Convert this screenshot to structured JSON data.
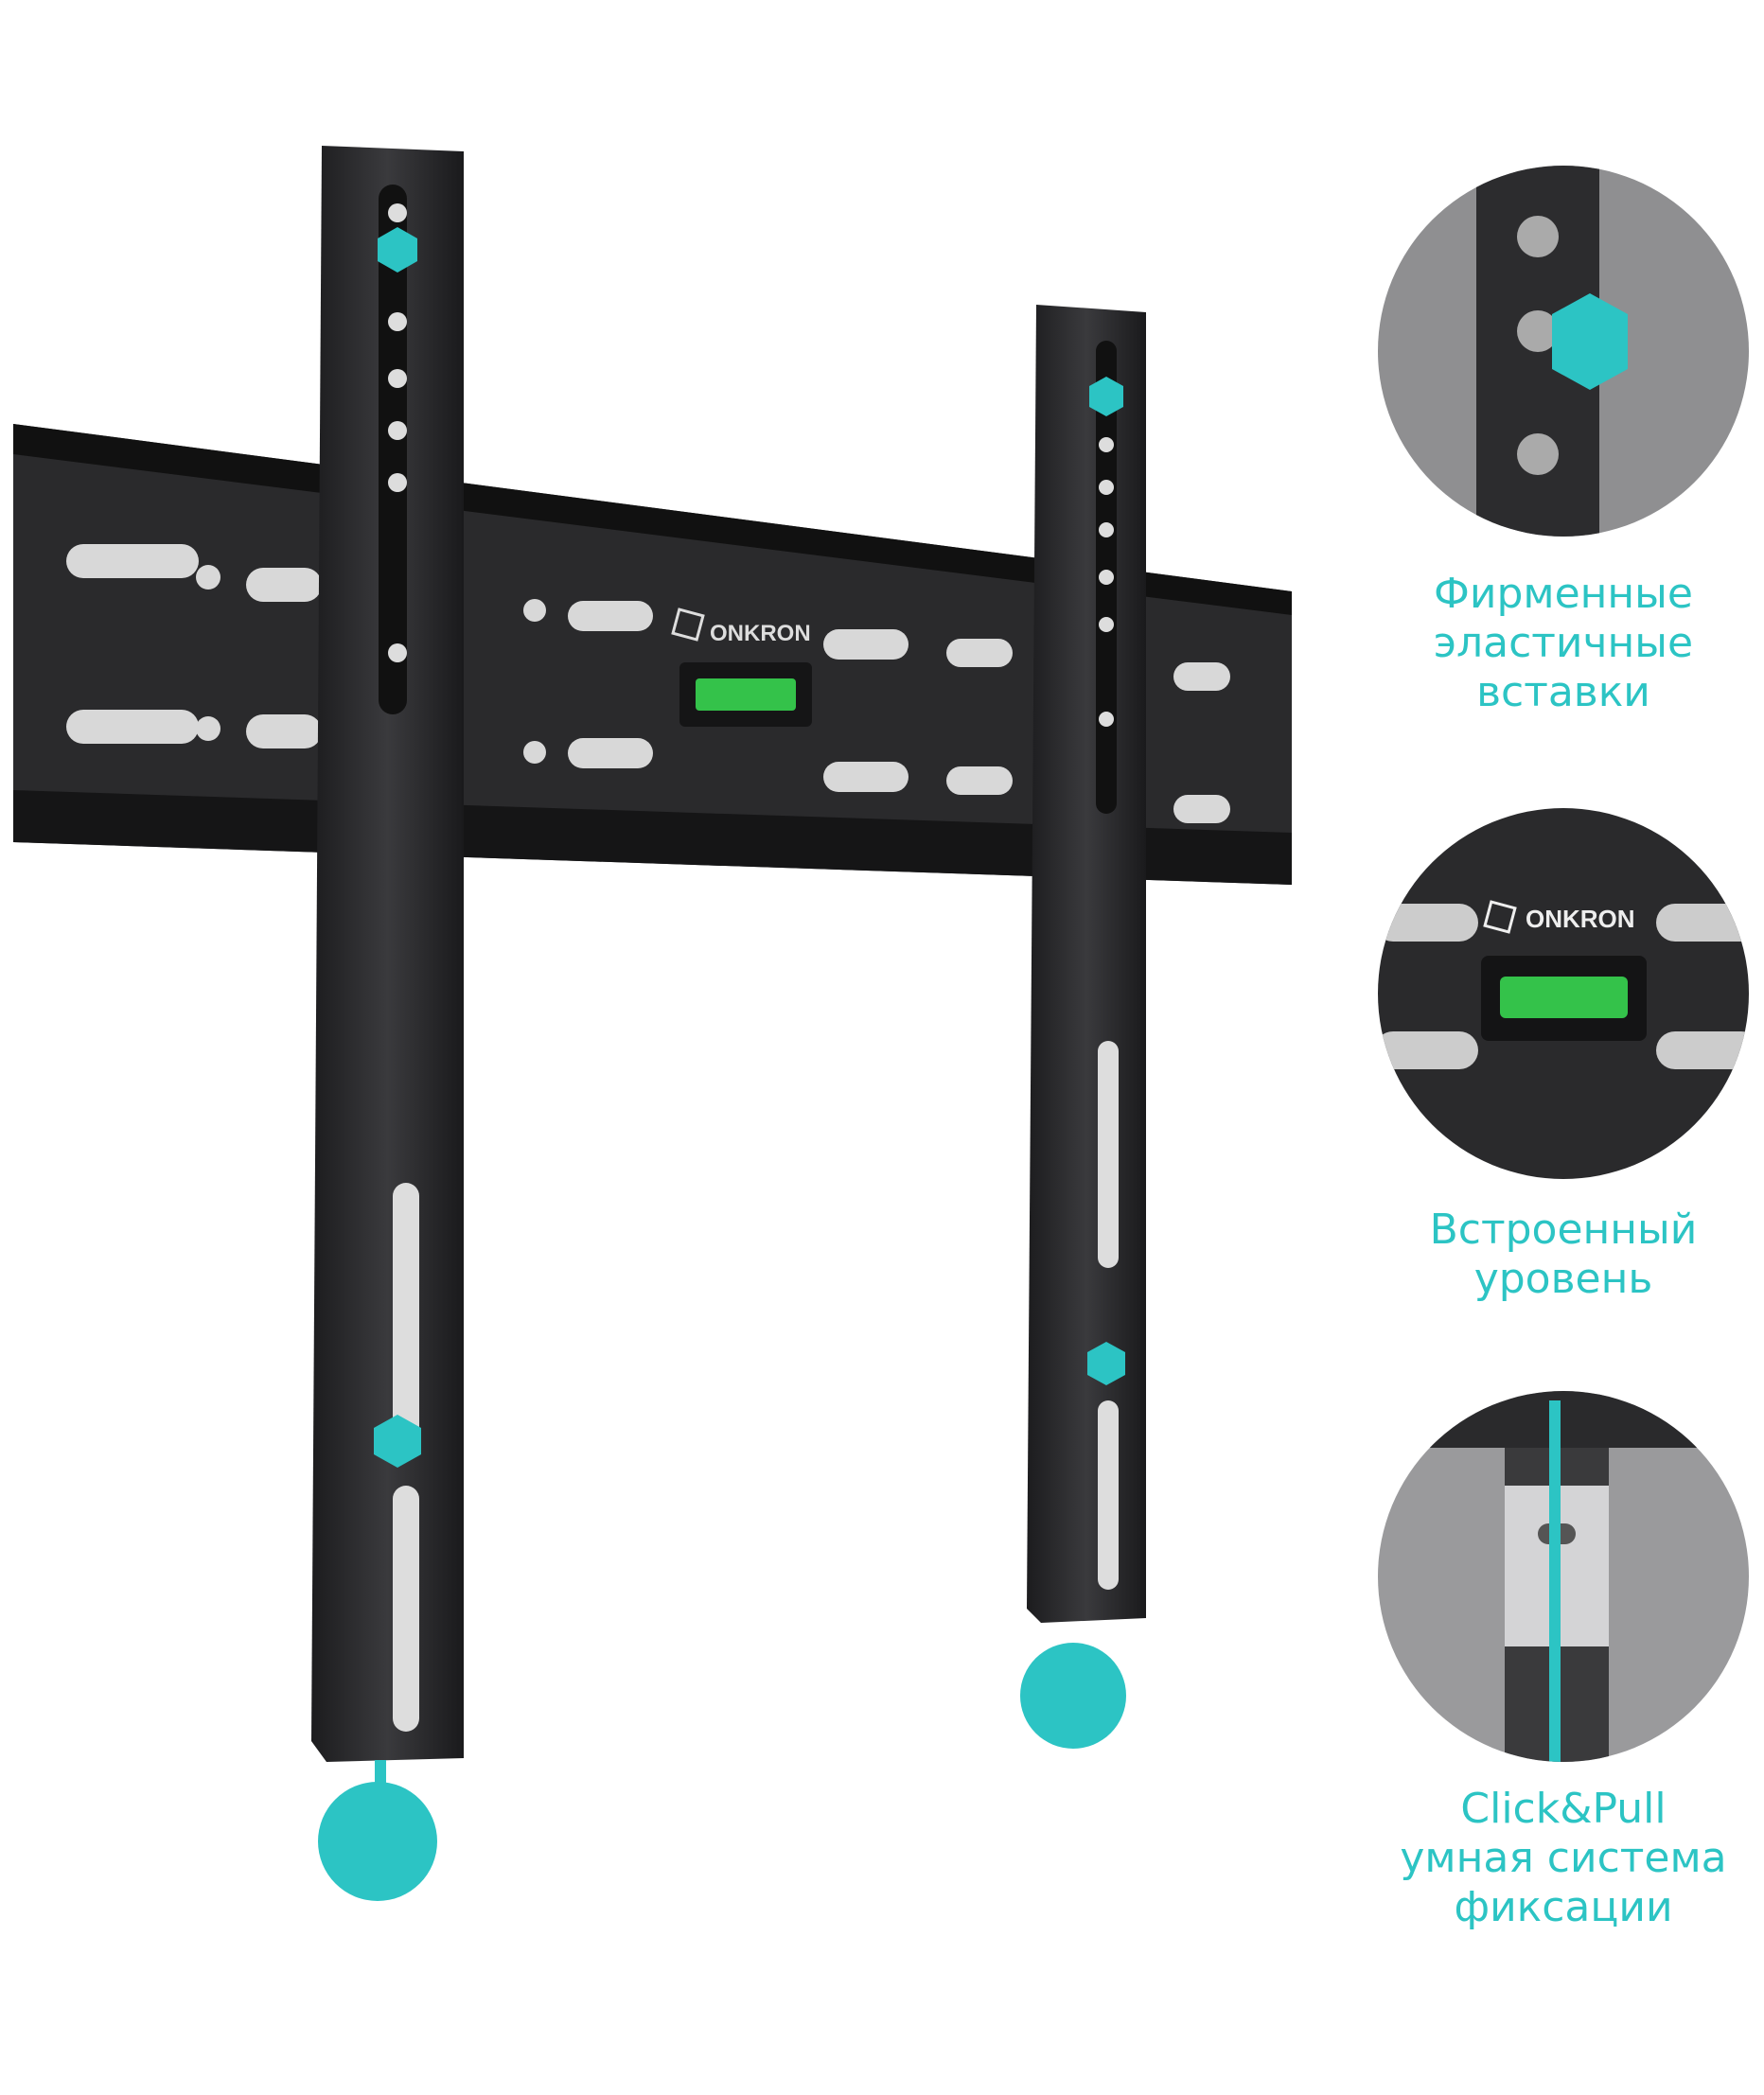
{
  "brand": "ONKRON",
  "accent_color": "#2cc4c4",
  "features": [
    {
      "lines": [
        "Фирменные",
        "эластичные",
        "вставки"
      ]
    },
    {
      "lines": [
        "Встроенный",
        "уровень"
      ]
    },
    {
      "lines": [
        "Click&Pull",
        "умная система",
        "фиксации"
      ]
    }
  ]
}
